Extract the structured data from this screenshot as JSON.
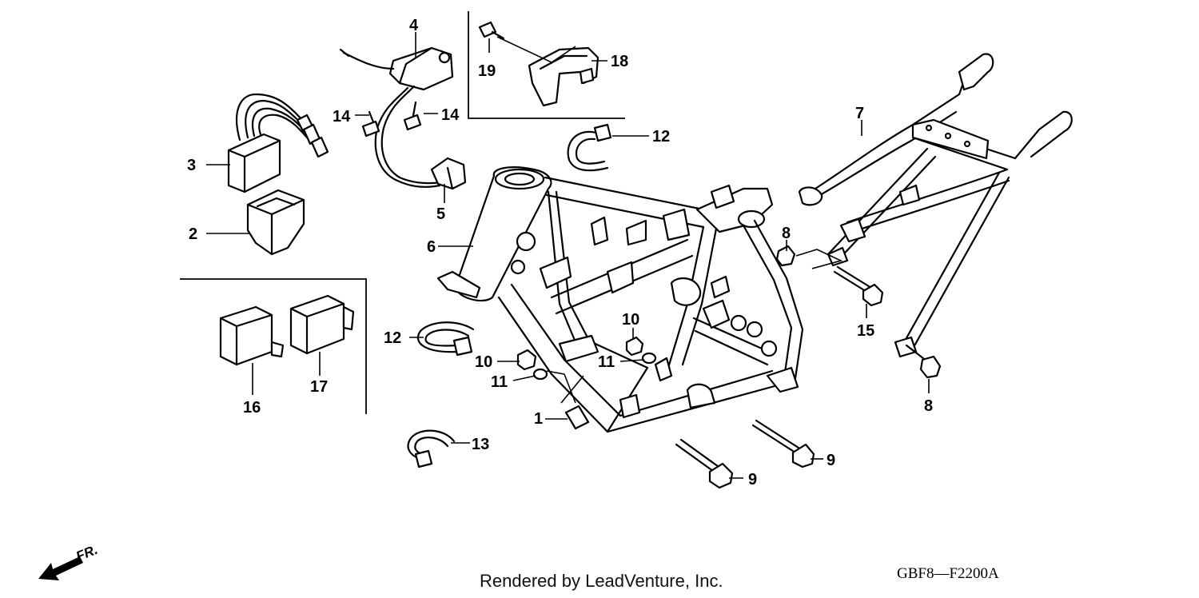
{
  "diagram": {
    "code": "GBF8—F2200A",
    "credit": "Rendered by LeadVenture, Inc.",
    "direction": "FR.",
    "callouts": {
      "c1": "1",
      "c2": "2",
      "c3": "3",
      "c4": "4",
      "c5": "5",
      "c6": "6",
      "c7": "7",
      "c8a": "8",
      "c8b": "8",
      "c9a": "9",
      "c9b": "9",
      "c10a": "10",
      "c10b": "10",
      "c11a": "11",
      "c11b": "11",
      "c12a": "12",
      "c12b": "12",
      "c13": "13",
      "c14a": "14",
      "c14b": "14",
      "c15": "15",
      "c16": "16",
      "c17": "17",
      "c18": "18",
      "c19": "19"
    }
  }
}
